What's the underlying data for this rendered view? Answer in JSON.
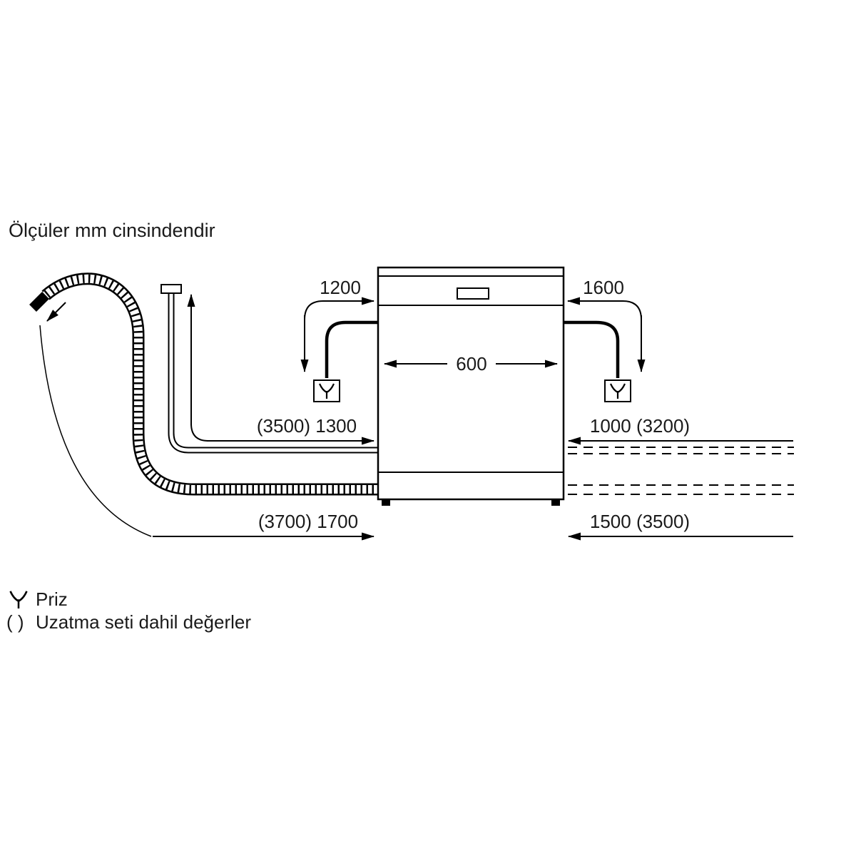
{
  "title": "Ölçüler mm cinsindendir",
  "dimensions": {
    "power_cord_left": "1200",
    "power_cord_right": "1600",
    "appliance_width": "600",
    "supply_hose_left": "(3500) 1300",
    "supply_hose_right": "1000 (3200)",
    "drain_hose_left": "(3700) 1700",
    "drain_hose_right": "1500 (3500)"
  },
  "legend": {
    "socket_label": "Priz",
    "brackets_symbol": "( )",
    "brackets_label": "Uzatma seti dahil değerler"
  },
  "icons": {
    "socket": "power-socket-fork",
    "tap": "water-tap-connector"
  },
  "colors": {
    "line": "#000000",
    "text": "#1a1a1a",
    "background": "#ffffff"
  }
}
